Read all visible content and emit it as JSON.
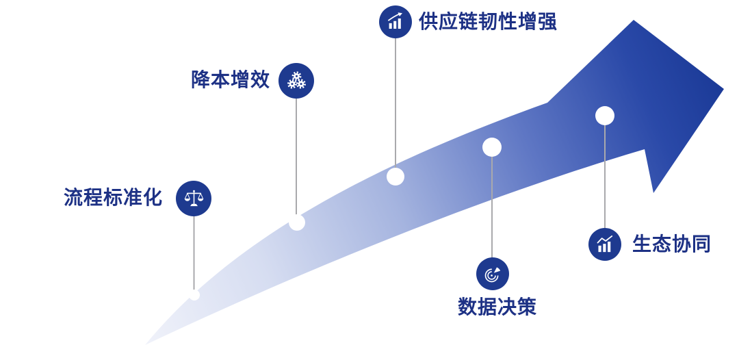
{
  "diagram": {
    "type": "growth-arrow-timeline",
    "background": "#ffffff",
    "arrow": {
      "description": "curved swoosh arrow rising from bottom-left to top-right",
      "gradient_start": "#f0f2fa",
      "gradient_end": "#1b3a97"
    },
    "style": {
      "label_color": "#1d3185",
      "icon_circle_color": "#1e3a8f",
      "connector_color": "#a9a9ac",
      "dot_color": "#ffffff"
    },
    "milestones": [
      {
        "label": "流程标准化",
        "icon": "balance-scale-icon"
      },
      {
        "label": "降本增效",
        "icon": "gears-icon"
      },
      {
        "label": "供应链韧性增强",
        "icon": "bar-chart-rise-icon"
      },
      {
        "label": "数据决策",
        "icon": "pie-chart-icon"
      },
      {
        "label": "生态协同",
        "icon": "trend-bars-icon"
      }
    ]
  }
}
